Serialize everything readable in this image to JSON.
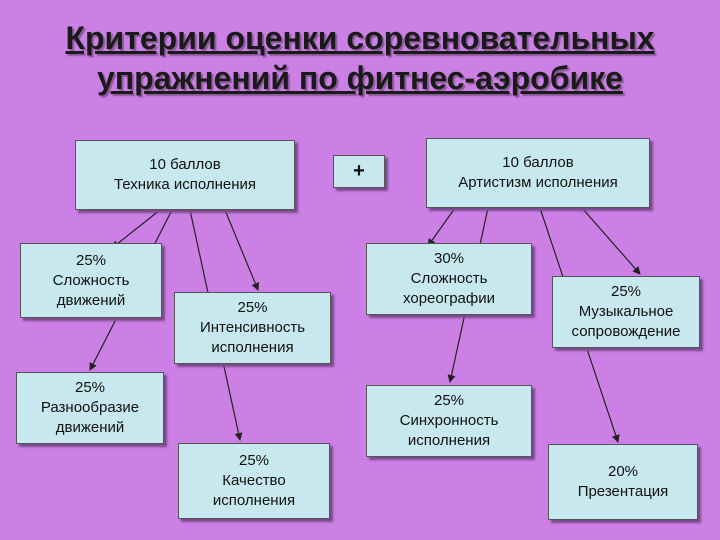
{
  "title": {
    "line1": "Критерии оценки соревновательных",
    "line2": "упражнений по фитнес-аэробике"
  },
  "plus": "+",
  "boxes": {
    "technique": {
      "line1": "10 баллов",
      "line2": "Техника исполнения"
    },
    "artistry": {
      "line1": "10 баллов",
      "line2": "Артистизм исполнения"
    },
    "complexity_moves": {
      "line1": "25%",
      "line2": "Сложность",
      "line3": "движений"
    },
    "intensity": {
      "line1": "25%",
      "line2": "Интенсивность",
      "line3": "исполнения"
    },
    "variety": {
      "line1": "25%",
      "line2": "Разнообразие",
      "line3": "движений"
    },
    "quality": {
      "line1": "25%",
      "line2": "Качество",
      "line3": "исполнения"
    },
    "complexity_choreo": {
      "line1": "30%",
      "line2": "Сложность",
      "line3": "хореографии"
    },
    "music": {
      "line1": "25%",
      "line2": "Музыкальное",
      "line3": "сопровождение"
    },
    "sync": {
      "line1": "25%",
      "line2": "Синхронность",
      "line3": "исполнения"
    },
    "presentation": {
      "line1": "20%",
      "line2": "Презентация"
    }
  }
}
